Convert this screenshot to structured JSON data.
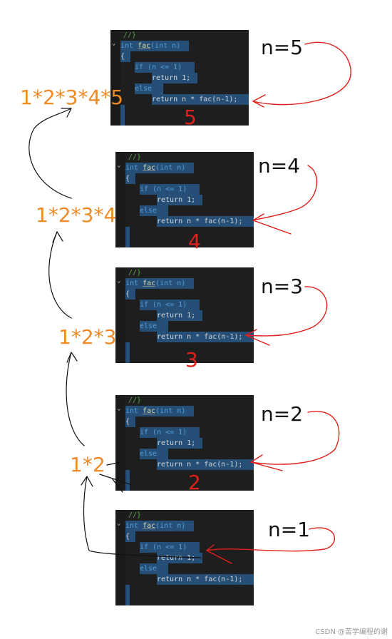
{
  "code": {
    "comment": "//}",
    "sig_type": "int",
    "sig_name": "fac",
    "sig_params": "(int n)",
    "open_brace": "{",
    "if_line": "if (n <= 1)",
    "return_one": "return 1;",
    "else_line": "else",
    "return_rec": "return n * fac(n-1);"
  },
  "levels": [
    {
      "n_label": "n=5",
      "red_number": "5",
      "result": "1*2*3*4*5"
    },
    {
      "n_label": "n=4",
      "red_number": "4",
      "result": "1*2*3*4"
    },
    {
      "n_label": "n=3",
      "red_number": "3",
      "result": "1*2*3"
    },
    {
      "n_label": "n=2",
      "red_number": "2",
      "result": "1*2"
    },
    {
      "n_label": "n=1",
      "red_number": "",
      "result": ""
    }
  ],
  "watermark": "CSDN @苦学编程的谢",
  "colors": {
    "panel_bg": "#1e1e1e",
    "highlight": "#264f78",
    "arrow_red": "#e0201c",
    "arrow_black": "#111111",
    "result_orange": "#f08a24"
  }
}
